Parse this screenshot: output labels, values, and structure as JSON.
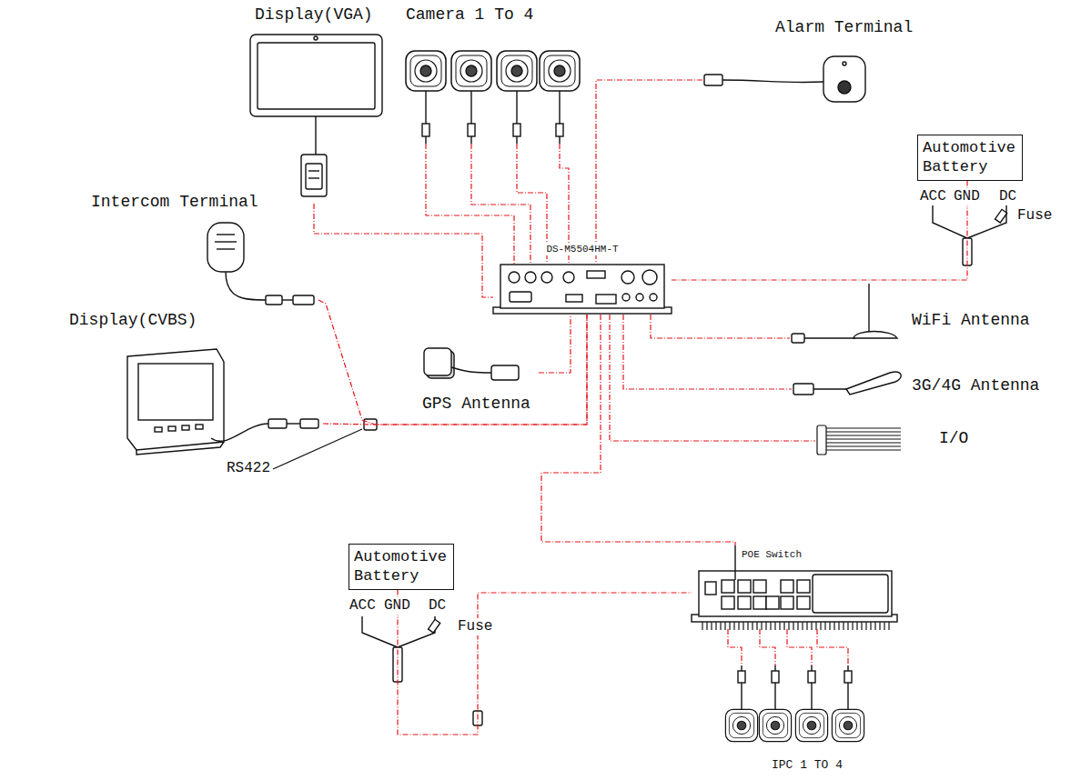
{
  "diagram": {
    "nodes": [
      {
        "text": [
          "Display(VGA)"
        ]
      },
      {
        "text": [
          "Camera 1 To 4"
        ]
      },
      {
        "text": [
          "Alarm Terminal"
        ]
      },
      {
        "text": [
          "Automotive Battery"
        ]
      },
      {
        "text": [
          "Intercom Terminal"
        ]
      },
      {
        "text": [
          "DS-M5504HM-T"
        ]
      },
      {
        "text": [
          "WiFi Antenna"
        ]
      },
      {
        "text": [
          "Display(CVBS)"
        ]
      },
      {
        "text": [
          "GPS Antenna"
        ]
      },
      {
        "text": [
          "3G/4G Antenna"
        ]
      },
      {
        "text": [
          "I/O"
        ]
      },
      {
        "text": [
          "Automotive Battery"
        ]
      },
      {
        "text": [
          "POE Switch"
        ]
      },
      {
        "text": [
          "IPC 1 TO 4"
        ]
      }
    ],
    "edges": [
      {
        "from": 0,
        "to": 5,
        "arrow": "none"
      },
      {
        "from": 1,
        "to": 5,
        "arrow": "none"
      },
      {
        "from": 1,
        "to": 5,
        "arrow": "none"
      },
      {
        "from": 1,
        "to": 5,
        "arrow": "none"
      },
      {
        "from": 1,
        "to": 5,
        "arrow": "none"
      },
      {
        "from": 2,
        "to": 5,
        "arrow": "none"
      },
      {
        "from": 3,
        "to": 5,
        "arrow": "none"
      },
      {
        "from": 4,
        "to": 5,
        "arrow": "none"
      },
      {
        "from": 7,
        "to": 5,
        "arrow": "none"
      },
      {
        "from": 5,
        "to": 6,
        "arrow": "none"
      },
      {
        "from": 8,
        "to": 5,
        "arrow": "none"
      },
      {
        "from": 5,
        "to": 9,
        "arrow": "none"
      },
      {
        "from": 5,
        "to": 10,
        "arrow": "none"
      },
      {
        "from": 5,
        "to": 12,
        "arrow": "none"
      },
      {
        "from": 11,
        "to": 12,
        "arrow": "none"
      },
      {
        "from": 12,
        "to": 13,
        "arrow": "none"
      },
      {
        "from": 12,
        "to": 13,
        "arrow": "none"
      },
      {
        "from": 12,
        "to": 13,
        "arrow": "none"
      },
      {
        "from": 12,
        "to": 13,
        "arrow": "none"
      }
    ],
    "labels": [
      "ACC",
      "GND",
      "DC",
      "Fuse",
      "RS422",
      "ACC",
      "GND",
      "DC",
      "Fuse"
    ]
  }
}
